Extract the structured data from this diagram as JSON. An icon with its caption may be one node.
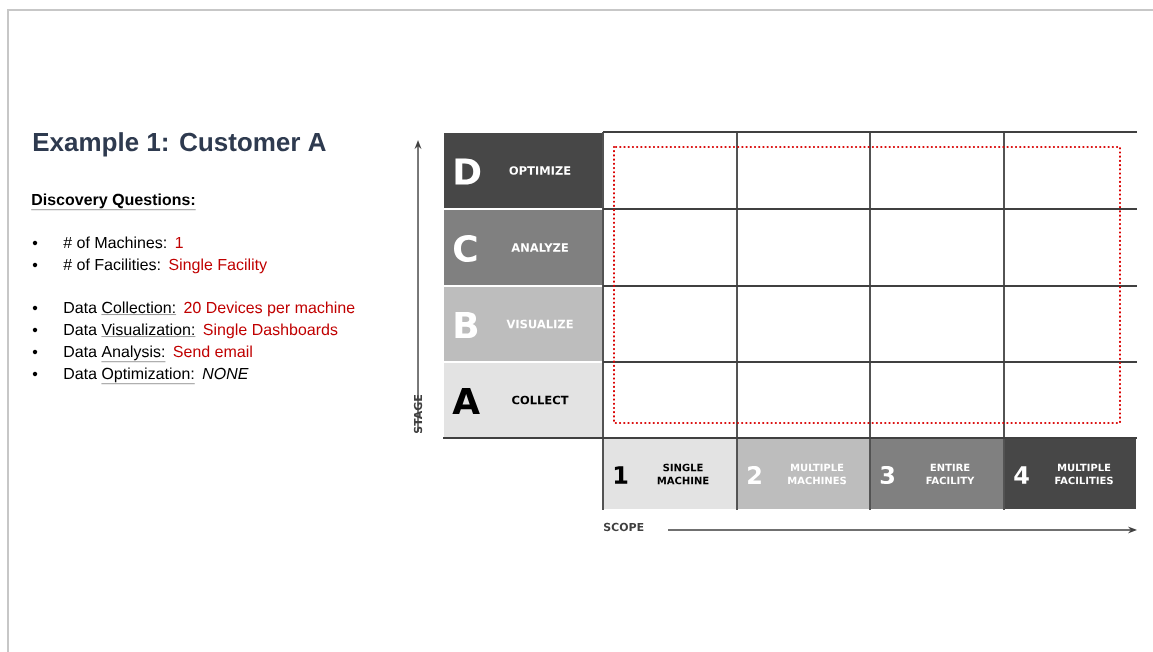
{
  "diagram": {
    "title": "Example 1: Customer A",
    "nodes": [
      {
        "text": [
          "D",
          "OPTIMIZE"
        ]
      },
      {
        "text": [
          "C",
          "ANALYZE"
        ]
      },
      {
        "text": [
          "B",
          "VISUALIZE"
        ]
      },
      {
        "text": [
          "A",
          "COLLECT"
        ]
      },
      {
        "text": [
          "1",
          "SINGLE MACHINE"
        ]
      },
      {
        "text": [
          "2",
          "MULTIPLE MACHINES"
        ]
      },
      {
        "text": [
          "3",
          "ENTIRE FACILITY"
        ]
      },
      {
        "text": [
          "4",
          "MULTIPLE FACILITIES"
        ]
      }
    ],
    "labels": [
      "Discovery Questions:",
      "# of Machines:",
      "1",
      "# of Facilities:",
      "Single Facility",
      "Data",
      "Collection:",
      "20 Devices per machine",
      "Data",
      "Visualization:",
      "Single Dashboards",
      "Data",
      "Analysis:",
      "Send email",
      "Data",
      "Optimization:",
      "NONE",
      "STAGE",
      "SCOPE"
    ]
  }
}
